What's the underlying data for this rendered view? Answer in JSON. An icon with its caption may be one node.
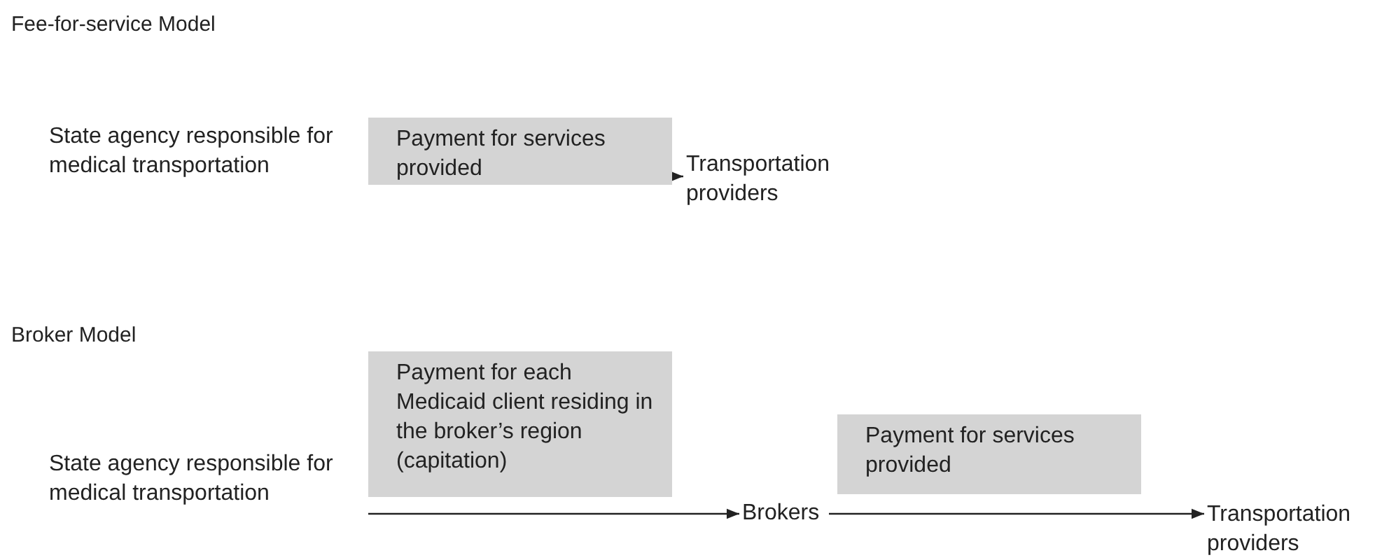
{
  "diagram": {
    "nodes": [
      {
        "text": [
          "State agency responsible for medical transportation"
        ]
      },
      {
        "text": [
          "Transportation providers"
        ]
      },
      {
        "text": [
          "State agency responsible for medical transportation"
        ]
      },
      {
        "text": [
          "Brokers"
        ]
      },
      {
        "text": [
          "Transportation providers"
        ]
      }
    ],
    "edges": [
      {
        "from": 0,
        "to": 1,
        "arrow": "to",
        "label": "Payment for services provided"
      },
      {
        "from": 2,
        "to": 3,
        "arrow": "to",
        "label": "Payment for each Medicaid client residing in the broker’s region (capitation)"
      },
      {
        "from": 3,
        "to": 4,
        "arrow": "to",
        "label": "Payment for services provided"
      }
    ],
    "labels": [
      "Fee-for-service Model",
      "Broker Model"
    ]
  }
}
